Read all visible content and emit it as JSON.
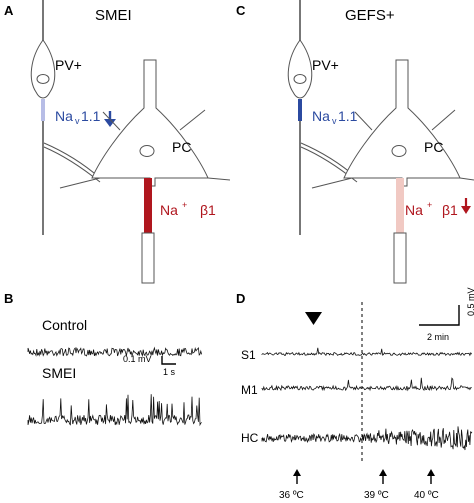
{
  "panels": {
    "A": {
      "letter": "A",
      "title": "SMEI",
      "pv_label": "PV+",
      "nav_label": "Na",
      "nav_sub": "v",
      "nav_suffix": "1.1",
      "pc_label": "PC",
      "na_label": "Na",
      "na_sup": "+",
      "beta_label": "β1"
    },
    "C": {
      "letter": "C",
      "title": "GEFS+",
      "pv_label": "PV+",
      "nav_label": "Na",
      "nav_sub": "v",
      "nav_suffix": "1.1",
      "pc_label": "PC",
      "na_label": "Na",
      "na_sup": "+",
      "beta_label": "β1"
    },
    "B": {
      "letter": "B",
      "control_label": "Control",
      "smei_label": "SMEI",
      "scale_v": "0.1 mV",
      "scale_t": "1 s"
    },
    "D": {
      "letter": "D",
      "rows": [
        "S1",
        "M1",
        "HC"
      ],
      "scale_v": "0.5 mV",
      "scale_t": "2 min",
      "temps": [
        "36 ºC",
        "39 ºC",
        "40 ºC"
      ]
    }
  },
  "colors": {
    "blue": "#2b4aa0",
    "light_blue": "#b7bde6",
    "red": "#b0161e",
    "pink": "#f1c9c3"
  }
}
